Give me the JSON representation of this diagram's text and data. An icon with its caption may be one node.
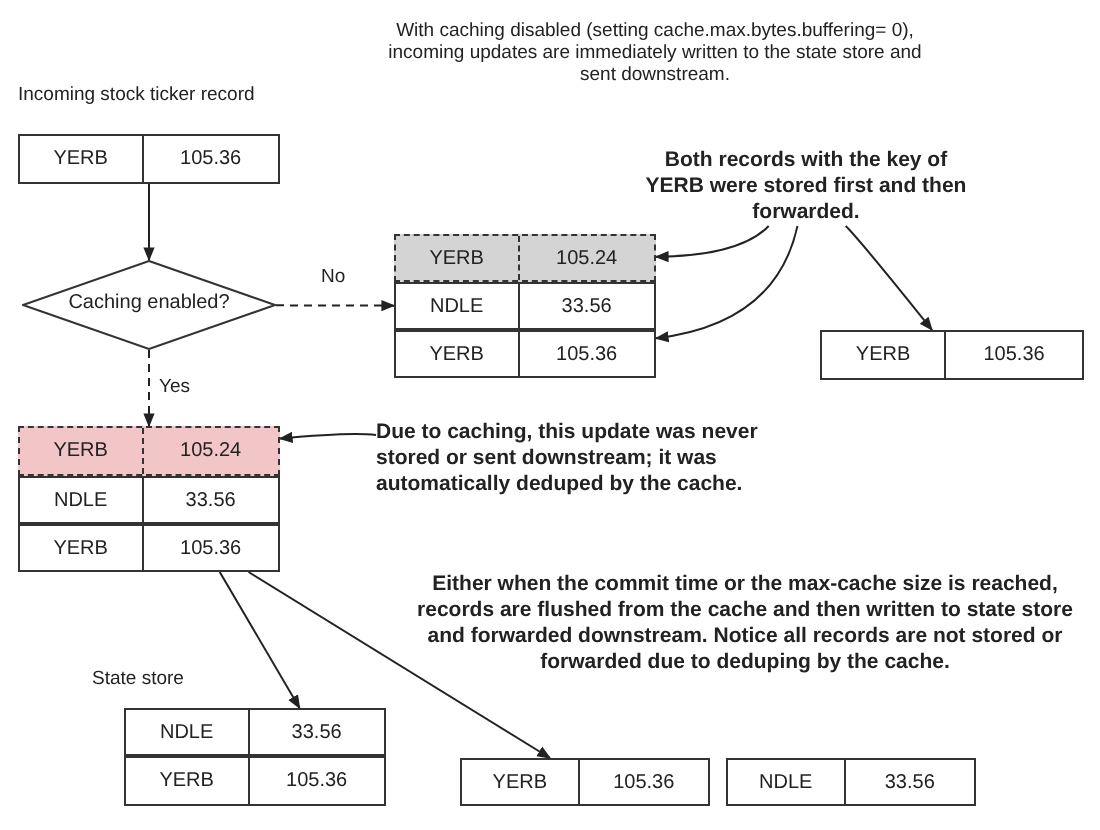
{
  "diagram": {
    "nodes": [
      {
        "text": [
          "YERB",
          "105.36"
        ],
        "beside": [
          "Incoming stock ticker record"
        ]
      },
      {
        "text": [
          "Caching enabled?"
        ]
      },
      {
        "text": [
          "YERB",
          "105.24"
        ]
      },
      {
        "text": [
          "NDLE",
          "33.56"
        ]
      },
      {
        "text": [
          "YERB",
          "105.36"
        ]
      },
      {
        "text": [
          "YERB",
          "105.36"
        ]
      },
      {
        "text": [
          "Both records with the key of YERB were stored first and then forwarded."
        ]
      },
      {
        "text": [
          "YERB",
          "105.24"
        ]
      },
      {
        "text": [
          "NDLE",
          "33.56"
        ]
      },
      {
        "text": [
          "YERB",
          "105.36"
        ]
      },
      {
        "text": [
          "Due to caching, this update was never stored or sent downstream; it was automatically deduped by the cache."
        ]
      },
      {
        "text": [
          "NDLE",
          "33.56"
        ]
      },
      {
        "text": [
          "YERB",
          "105.36"
        ]
      },
      {
        "text": [
          "YERB",
          "105.36"
        ]
      },
      {
        "text": [
          "NDLE",
          "33.56"
        ]
      }
    ],
    "edges": [
      {
        "from": 0,
        "to": 1,
        "arrow": "to"
      },
      {
        "from": 1,
        "to": 3,
        "arrow": "to",
        "label": "No",
        "style": "dashed"
      },
      {
        "from": 1,
        "to": 7,
        "arrow": "to",
        "label": "Yes",
        "style": "dashed"
      },
      {
        "from": 6,
        "to": 2,
        "arrow": "to"
      },
      {
        "from": 6,
        "to": 4,
        "arrow": "to"
      },
      {
        "from": 6,
        "to": 5,
        "arrow": "to"
      },
      {
        "from": 10,
        "to": 7,
        "arrow": "to"
      },
      {
        "from": 9,
        "to": 11,
        "arrow": "to"
      },
      {
        "from": 9,
        "to": 13,
        "arrow": "to"
      }
    ],
    "labels": [
      "With caching disabled (setting cache.max.bytes.buffering= 0), incoming updates are immediately written to the state store and sent downstream.",
      "Either when the commit time or the max-cache size is reached, records are flushed from the cache and then written to state store and forwarded downstream. Notice all records are not stored or forwarded due to deduping by the cache.",
      "State store"
    ]
  }
}
